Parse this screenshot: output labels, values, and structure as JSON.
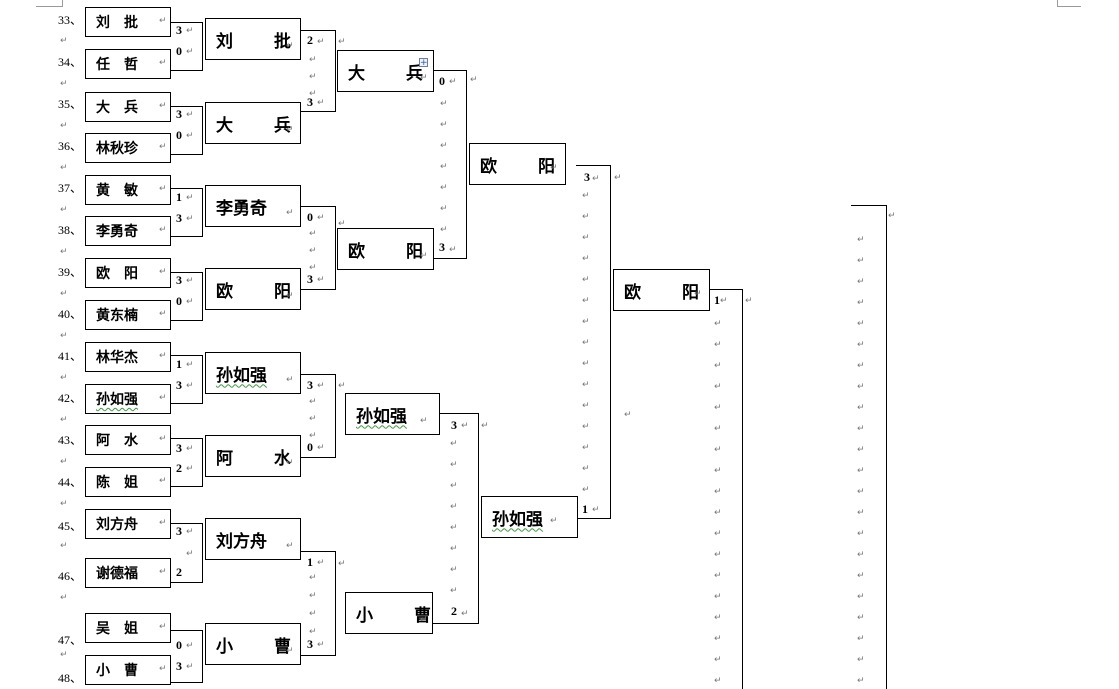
{
  "bracket": {
    "seeds": [
      "33、",
      "34、",
      "35、",
      "36、",
      "37、",
      "38、",
      "39、",
      "40、",
      "41、",
      "42、",
      "43、",
      "44、",
      "45、",
      "46、",
      "47、",
      "48、"
    ],
    "round1": [
      {
        "name": "刘　批",
        "score": "3"
      },
      {
        "name": "任　哲",
        "score": "0"
      },
      {
        "name": "大　兵",
        "score": "3"
      },
      {
        "name": "林秋珍",
        "score": "0"
      },
      {
        "name": "黄　敏",
        "score": "1"
      },
      {
        "name": "李勇奇",
        "score": "3"
      },
      {
        "name": "欧　阳",
        "score": "3"
      },
      {
        "name": "黄东楠",
        "score": "0"
      },
      {
        "name": "林华杰",
        "score": "1"
      },
      {
        "name": "孙如强",
        "score": "3"
      },
      {
        "name": "阿　水",
        "score": "3"
      },
      {
        "name": "陈　姐",
        "score": "2"
      },
      {
        "name": "刘方舟",
        "score": "3"
      },
      {
        "name": "谢德福",
        "score": "2"
      },
      {
        "name": "吴　姐",
        "score": "0"
      },
      {
        "name": "小　曹",
        "score": "3"
      }
    ],
    "round2": [
      {
        "name": "刘　批",
        "score": "2"
      },
      {
        "name": "大　兵",
        "score": "3"
      },
      {
        "name": "李勇奇",
        "score": "0"
      },
      {
        "name": "欧　阳",
        "score": "3"
      },
      {
        "name": "孙如强",
        "score": "3"
      },
      {
        "name": "阿　水",
        "score": "0"
      },
      {
        "name": "刘方舟",
        "score": "1"
      },
      {
        "name": "小　曹",
        "score": "3"
      }
    ],
    "round3": [
      {
        "name": "大　兵",
        "score": "0"
      },
      {
        "name": "欧　阳",
        "score": "3"
      },
      {
        "name": "孙如强",
        "score": "3"
      },
      {
        "name": "小　曹",
        "score": "2"
      }
    ],
    "round4": [
      {
        "name": "欧　阳",
        "score": "3"
      },
      {
        "name": "孙如强",
        "score": "1"
      }
    ],
    "round5": [
      {
        "name": "欧　阳",
        "score": "1"
      }
    ],
    "return_mark": "↵",
    "anchor_icon": "move-anchor-icon"
  }
}
